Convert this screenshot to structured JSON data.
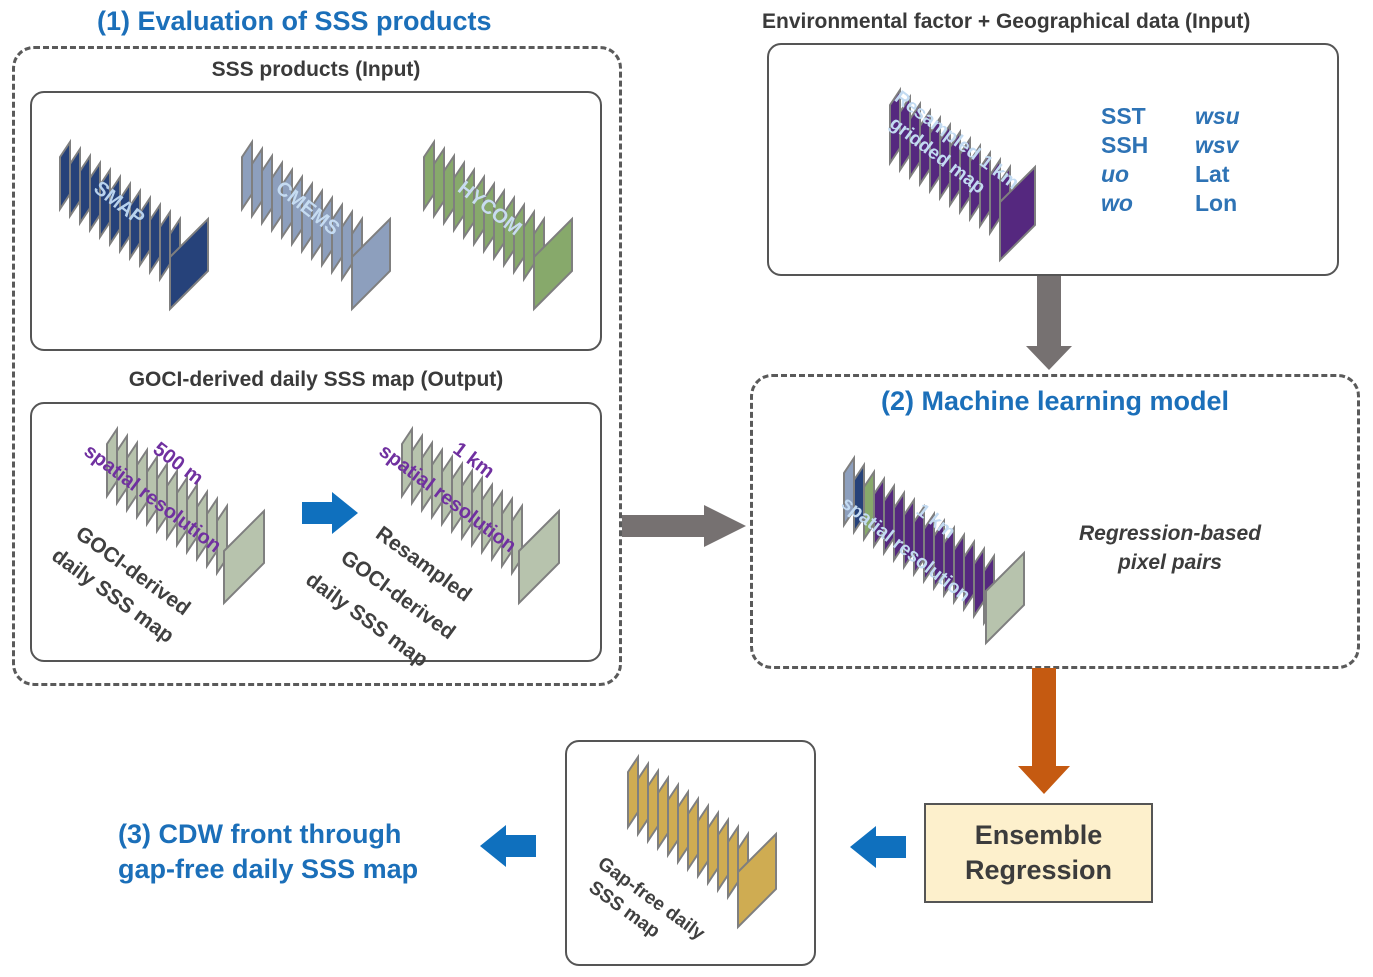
{
  "section1": {
    "title": "(1) Evaluation of SSS products",
    "input_title": "SSS products (Input)",
    "products": [
      {
        "label": "SMAP",
        "color": "#26427a",
        "label_color": "#b9d3ee"
      },
      {
        "label": "CMEMS",
        "color": "#8d9fbd",
        "label_color": "#c6dcf2"
      },
      {
        "label": "HYCOM",
        "color": "#87a96b",
        "label_color": "#c8dcf0"
      }
    ],
    "output_title": "GOCI-derived daily SSS map (Output)",
    "outputs": [
      {
        "resolution_line1": "500 m",
        "resolution_line2": "spatial resolution",
        "caption_lines": [
          "GOCI-derived",
          "daily SSS  map"
        ],
        "color": "#b7c3ad"
      },
      {
        "resolution_line1": "1 km",
        "resolution_line2": "spatial resolution",
        "caption_lines": [
          "Resampled",
          "GOCI-derived",
          "daily SSS  map"
        ],
        "color": "#b7c3ad"
      }
    ]
  },
  "env_input": {
    "title": "Environmental factor + Geographical data (Input)",
    "stack_label_line1": "Resampled 1 km",
    "stack_label_line2": "gridded map",
    "stack_color": "#55287f",
    "variables_col1": [
      {
        "text": "SST",
        "italic": false
      },
      {
        "text": "SSH",
        "italic": false
      },
      {
        "text": "uo",
        "italic": true
      },
      {
        "text": "wo",
        "italic": true
      }
    ],
    "variables_col2": [
      {
        "text": "wsu",
        "italic": true
      },
      {
        "text": "wsv",
        "italic": true
      },
      {
        "text": "Lat",
        "italic": false
      },
      {
        "text": "Lon",
        "italic": false
      }
    ]
  },
  "section2": {
    "title": "(2) Machine learning model",
    "stack_label_line1": "1 km",
    "stack_label_line2": "spatial resolution",
    "pairs_line1": "Regression-based",
    "pairs_line2": "pixel pairs"
  },
  "ensemble": {
    "line1": "Ensemble",
    "line2": "Regression"
  },
  "gapfree": {
    "caption_line1": "Gap-free daily",
    "caption_line2": "SSS map",
    "color": "#cfac52"
  },
  "section3": {
    "line1": "(3) CDW front through",
    "line2": "gap-free daily SSS map"
  },
  "colors": {
    "accent_blue": "#1b6fb9",
    "arrow_blue": "#0f70be",
    "arrow_gray": "#767171",
    "arrow_orange": "#c55a11",
    "purple_text": "#7030a0"
  }
}
